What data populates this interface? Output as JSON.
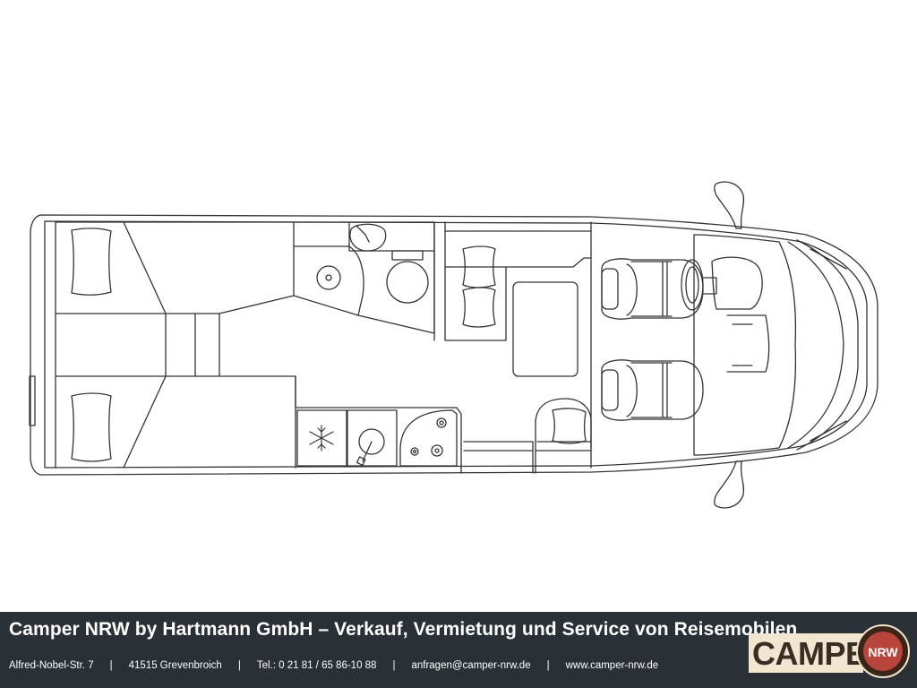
{
  "footer": {
    "title": "Camper NRW by Hartmann GmbH – Verkauf, Vermietung und Service von Reisemobilen",
    "address": "Alfred-Nobel-Str. 7",
    "city": "41515 Grevenbroich",
    "phone": "Tel.: 0 21 81 / 65 86-10 88",
    "email": "anfragen@camper-nrw.de",
    "website": "www.camper-nrw.de",
    "separator": "|"
  },
  "logo": {
    "word": "CAMPER",
    "badge": "NRW"
  },
  "colors": {
    "footer_bg": "#2b2f36",
    "line": "#333333",
    "logo_plate": "#f1e6cf",
    "logo_badge": "#b8453c"
  }
}
